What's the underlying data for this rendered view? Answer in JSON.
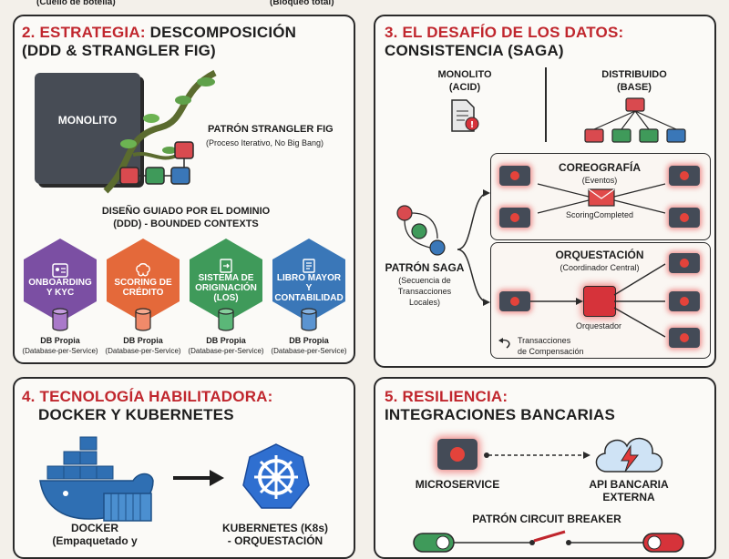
{
  "top_fragment": {
    "left": "(Cuello de botella)",
    "right": "(Bloqueo total)"
  },
  "panel2": {
    "title_num": "2.",
    "title_a": "ESTRATEGIA: ",
    "title_b": "DESCOMPOSICIÓN",
    "title_l2": "(DDD & STRANGLER FIG)",
    "monolito": "MONOLITO",
    "strangler_title": "PATRÓN STRANGLER FIG",
    "strangler_sub": "(Proceso Iterativo, No Big Bang)",
    "ddd_l1": "DISEÑO GUIADO POR EL DOMINIO",
    "ddd_l2": "(DDD) - BOUNDED CONTEXTS",
    "contexts": [
      {
        "label": "ONBOARDING Y KYC",
        "color": "#7b4fa3",
        "db_color": "#a979c9"
      },
      {
        "label": "SCORING DE CRÉDITO",
        "color": "#e4693a",
        "db_color": "#f08a6a"
      },
      {
        "label": "SISTEMA DE ORIGINACIÓN (LOS)",
        "color": "#3f9a5a",
        "db_color": "#5bb778"
      },
      {
        "label": "LIBRO MAYOR Y CONTABILIDAD",
        "color": "#3a77b8",
        "db_color": "#5b94d1"
      }
    ],
    "db_l1": "DB Propia",
    "db_l2": "(Database-per-Service)"
  },
  "panel3": {
    "title_num": "3.",
    "title_a": "EL DESAFÍO DE LOS DATOS:",
    "title_l2": "CONSISTENCIA (SAGA)",
    "mono_l1": "MONOLITO",
    "mono_l2": "(ACID)",
    "dist_l1": "DISTRIBUIDO",
    "dist_l2": "(BASE)",
    "saga_title": "PATRÓN SAGA",
    "saga_sub_1": "(Secuencia de",
    "saga_sub_2": "Transacciones",
    "saga_sub_3": "Locales)",
    "coreo_title": "COREOGRAFÍA",
    "coreo_sub": "(Eventos)",
    "event_label": "ScoringCompleted",
    "orq_title": "ORQUESTACIÓN",
    "orq_sub": "(Coordinador Central)",
    "orquestador": "Orquestador",
    "comp_l1": "Transacciones",
    "comp_l2": "de Compensación"
  },
  "panel4": {
    "title_num": "4.",
    "title_a": "TECNOLOGÍA HABILITADORA:",
    "title_l2": "DOCKER Y KUBERNETES",
    "docker_l1": "DOCKER",
    "docker_l2": "(Empaquetado y",
    "k8s_l1": "KUBERNETES (K8s)",
    "k8s_l2": "- ORQUESTACIÓN"
  },
  "panel5": {
    "title_num": "5.",
    "title_a": "RESILIENCIA:",
    "title_l2": "INTEGRACIONES BANCARIAS",
    "micro": "MICROSERVICE",
    "api_l1": "API BANCARIA",
    "api_l2": "EXTERNA",
    "breaker": "PATRÓN CIRCUIT BREAKER"
  },
  "colors": {
    "accent": "#c0262d",
    "border": "#2a2a2a"
  }
}
